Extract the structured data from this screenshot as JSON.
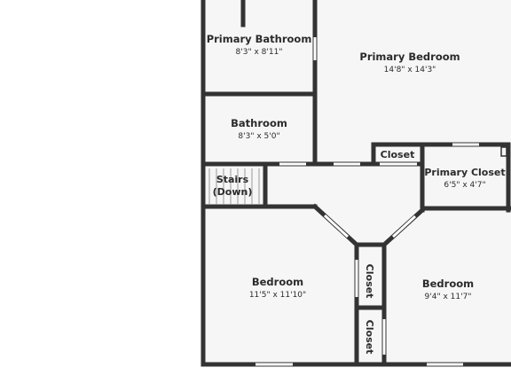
{
  "floorplan": {
    "colors": {
      "wall": "#333333",
      "floor": "#f6f6f6",
      "window": "#ffffff",
      "background": "#ffffff"
    },
    "rooms": {
      "primary_bathroom": {
        "name": "Primary Bathroom",
        "dims": "8'3\" x 8'11\""
      },
      "primary_bedroom": {
        "name": "Primary Bedroom",
        "dims": "14'8\" x 14'3\""
      },
      "bathroom": {
        "name": "Bathroom",
        "dims": "8'3\" x 5'0\""
      },
      "closet_top": {
        "name": "Closet"
      },
      "primary_closet": {
        "name": "Primary Closet",
        "dims": "6'5\" x 4'7\""
      },
      "stairs": {
        "line1": "Stairs",
        "line2": "(Down)"
      },
      "bedroom_left": {
        "name": "Bedroom",
        "dims": "11'5\" x 11'10\""
      },
      "bedroom_right": {
        "name": "Bedroom",
        "dims": "9'4\" x 11'7\""
      },
      "closet_mid": {
        "name": "Closet"
      },
      "closet_bottom": {
        "name": "Closet"
      }
    }
  }
}
